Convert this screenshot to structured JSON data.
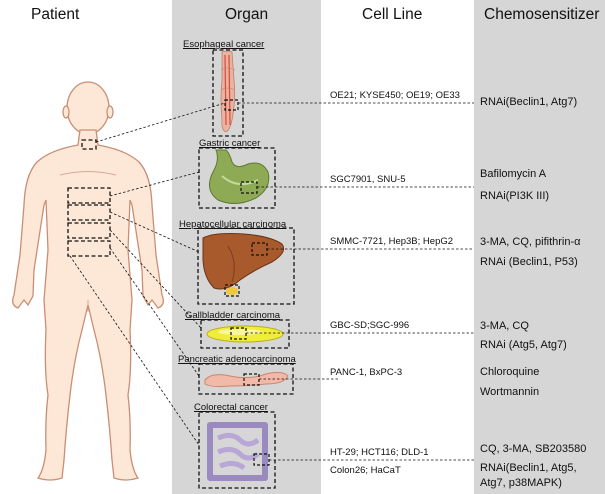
{
  "headers": {
    "patient": "Patient",
    "organ": "Organ",
    "cell_line": "Cell Line",
    "chemosensitizer": "Chemosensitizer"
  },
  "rows": [
    {
      "organ": "Esophageal cancer",
      "cell_lines": [
        "OE21; KYSE450; OE19; OE33"
      ],
      "chemosensitizers": [
        "RNAi(Beclin1, Atg7)"
      ]
    },
    {
      "organ": "Gastric cancer",
      "cell_lines": [
        "SGC7901, SNU-5"
      ],
      "chemosensitizers": [
        "Bafilomycin A",
        "RNAi(PI3K III)"
      ]
    },
    {
      "organ": "Hepatocellular carcinoma",
      "cell_lines": [
        "SMMC-7721, Hep3B; HepG2"
      ],
      "chemosensitizers": [
        "3-MA, CQ, pifithrin-α",
        "RNAi (Beclin1, P53)"
      ]
    },
    {
      "organ": "Gallbladder carcinoma",
      "cell_lines": [
        "GBC-SD;SGC-996"
      ],
      "chemosensitizers": [
        "3-MA, CQ",
        "RNAi (Atg5, Atg7)"
      ]
    },
    {
      "organ": "Pancreatic adenocarcinoma",
      "cell_lines": [
        "PANC-1, BxPC-3"
      ],
      "chemosensitizers": [
        "Chloroquine",
        "Wortmannin"
      ]
    },
    {
      "organ": "Colorectal cancer",
      "cell_lines": [
        "HT-29; HCT116; DLD-1",
        "Colon26; HaCaT"
      ],
      "chemosensitizers": [
        "CQ, 3-MA, SB203580",
        "RNAi(Beclin1, Atg5,",
        "Atg7, p38MAPK)"
      ]
    }
  ],
  "colors": {
    "column_shade": "#d6d6d6",
    "body_skin": "#fde8d8",
    "body_outline": "#c98e74",
    "liver": "#a85a2c",
    "stomach": "#8faa55",
    "gallbladder": "#f0ec3a",
    "pancreas": "#f3b9a8",
    "colon": "#b7a6d6",
    "esophagus": "#e9b3a2"
  }
}
